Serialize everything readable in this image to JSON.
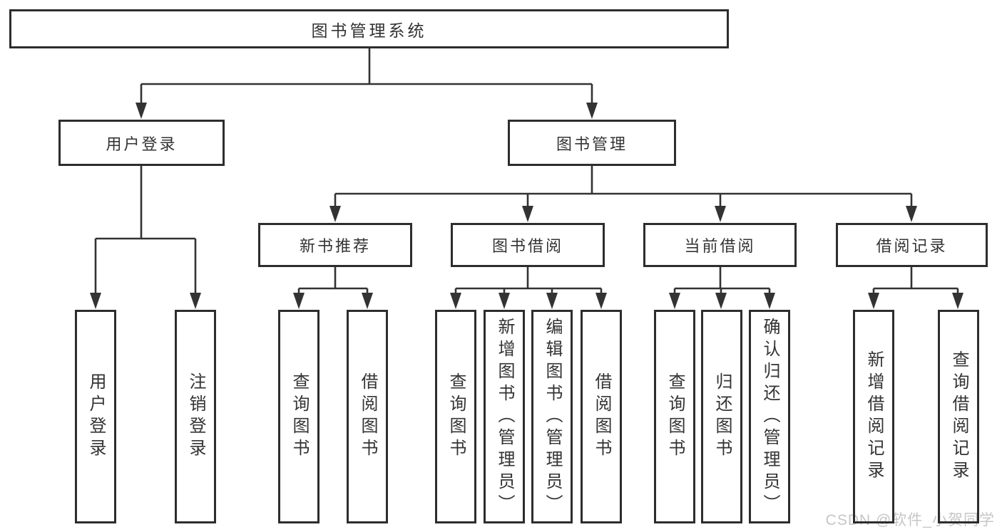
{
  "diagram": {
    "root": {
      "label": "图书管理系统"
    },
    "branches": [
      {
        "id": "user-login",
        "label": "用户登录",
        "children": [
          {
            "label": "用户登录"
          },
          {
            "label": "注销登录"
          }
        ]
      },
      {
        "id": "book-management",
        "label": "图书管理",
        "children": [
          {
            "id": "new-book-recommend",
            "label": "新书推荐",
            "children": [
              {
                "label": "查询图书"
              },
              {
                "label": "借阅图书"
              }
            ]
          },
          {
            "id": "book-borrow",
            "label": "图书借阅",
            "children": [
              {
                "label": "查询图书"
              },
              {
                "label": "新增图书（管理员）"
              },
              {
                "label": "编辑图书（管理员）"
              },
              {
                "label": "借阅图书"
              }
            ]
          },
          {
            "id": "current-borrow",
            "label": "当前借阅",
            "children": [
              {
                "label": "查询图书"
              },
              {
                "label": "归还图书"
              },
              {
                "label": "确认归还（管理员）"
              }
            ]
          },
          {
            "id": "borrow-records",
            "label": "借阅记录",
            "children": [
              {
                "label": "新增借阅记录"
              },
              {
                "label": "查询借阅记录"
              }
            ]
          }
        ]
      }
    ]
  },
  "watermark": {
    "text": "CSDN @软件_小贺同学"
  },
  "colors": {
    "background": "#ffffff",
    "box_border": "#2d2d2d",
    "line": "#333333",
    "text": "#333333",
    "watermark": "#c6c6c6"
  }
}
